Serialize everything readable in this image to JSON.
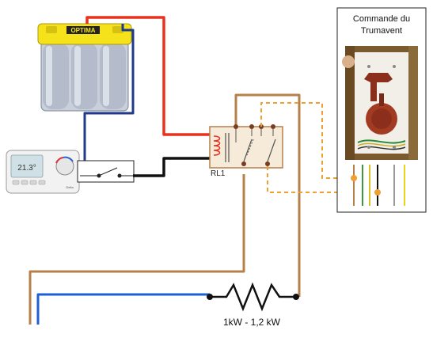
{
  "colors": {
    "red_wire": "#e8321e",
    "blue_wire": "#1f3a8c",
    "bright_blue_wire": "#1f5fd6",
    "brown_wire": "#b5804a",
    "orange_dashed": "#f0a030",
    "black_wire": "#111111",
    "battery_top": "#f5e21a",
    "battery_body": "#aab4c4",
    "relay_fill": "#f6ead9",
    "relay_outline": "#b5804a"
  },
  "battery": {
    "icon": "battery-icon",
    "brand_label": "OPTIMA"
  },
  "thermostat": {
    "icon": "thermostat-icon",
    "display_value": "21.3°",
    "brand_label": "Delta"
  },
  "relay": {
    "label": "RL1"
  },
  "trumavent_panel": {
    "title_line1": "Commande du",
    "title_line2": "Trumavent",
    "photo_icon": "trumavent-controller-photo"
  },
  "heater": {
    "label": "1kW - 1,2 kW"
  }
}
